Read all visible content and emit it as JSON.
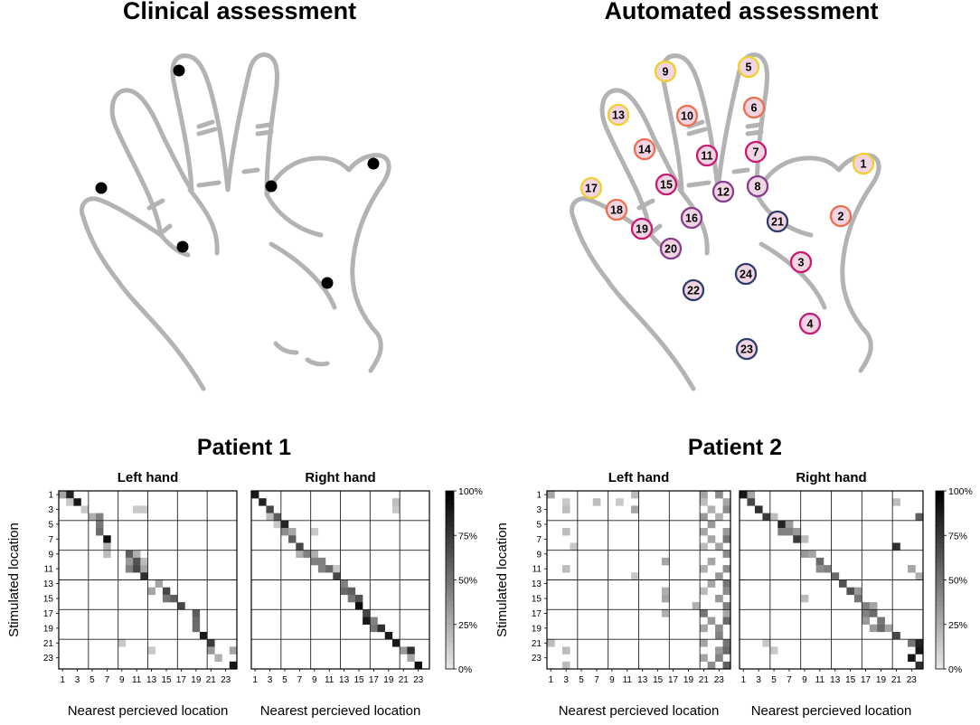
{
  "top": {
    "clinical_title": "Clinical assessment",
    "automated_title": "Automated assessment",
    "marker_labels": [
      "1",
      "2",
      "3",
      "4",
      "5",
      "6",
      "7",
      "8",
      "9",
      "10",
      "11",
      "12",
      "13",
      "14",
      "15",
      "16",
      "17",
      "18",
      "19",
      "20",
      "21",
      "22",
      "23",
      "24"
    ],
    "ring_colors": {
      "yellow": "#f2cf2e",
      "orange": "#ef6e4e",
      "magenta": "#c81a73",
      "purple": "#8a3d8e",
      "navy": "#2f3d6b"
    },
    "fill_color": "#f1d5e2",
    "hand_color": "#b3b3b3"
  },
  "patients": [
    {
      "title": "Patient 1"
    },
    {
      "title": "Patient 2"
    }
  ],
  "hands": {
    "left": "Left hand",
    "right": "Right hand"
  },
  "axes": {
    "ylabel": "Stimulated location",
    "xlabel": "Nearest percieved location",
    "ticks": [
      "1",
      "3",
      "5",
      "7",
      "9",
      "11",
      "13",
      "15",
      "17",
      "19",
      "21",
      "23"
    ]
  },
  "colorbar": {
    "labels": [
      "100%",
      "75%",
      "50%",
      "25%",
      "0%"
    ]
  },
  "chart_data": [
    {
      "type": "heatmap",
      "title": "Patient 1 — Left hand",
      "xlabel": "Nearest percieved location",
      "ylabel": "Stimulated location",
      "cells": [
        [
          1,
          1,
          0.3
        ],
        [
          1,
          2,
          0.85
        ],
        [
          2,
          2,
          0.15
        ],
        [
          2,
          3,
          0.9
        ],
        [
          3,
          4,
          0.15
        ],
        [
          4,
          5,
          0.25
        ],
        [
          4,
          6,
          0.45
        ],
        [
          5,
          6,
          0.5
        ],
        [
          6,
          6,
          0.55
        ],
        [
          7,
          7,
          0.95
        ],
        [
          8,
          7,
          0.25
        ],
        [
          9,
          10,
          0.6
        ],
        [
          9,
          11,
          0.25
        ],
        [
          10,
          10,
          0.35
        ],
        [
          10,
          11,
          0.65
        ],
        [
          10,
          12,
          0.2
        ],
        [
          11,
          10,
          0.45
        ],
        [
          11,
          11,
          0.7
        ],
        [
          11,
          12,
          0.3
        ],
        [
          12,
          12,
          0.8
        ],
        [
          13,
          14,
          0.3
        ],
        [
          14,
          13,
          0.3
        ],
        [
          14,
          15,
          0.7
        ],
        [
          15,
          15,
          0.5
        ],
        [
          15,
          16,
          0.6
        ],
        [
          16,
          17,
          0.7
        ],
        [
          17,
          19,
          0.6
        ],
        [
          18,
          19,
          0.55
        ],
        [
          19,
          19,
          0.55
        ],
        [
          20,
          20,
          0.9
        ],
        [
          21,
          21,
          0.75
        ],
        [
          22,
          21,
          0.35
        ],
        [
          22,
          24,
          0.3
        ],
        [
          23,
          22,
          0.25
        ],
        [
          24,
          24,
          0.9
        ],
        [
          3,
          12,
          0.15
        ],
        [
          3,
          11,
          0.15
        ],
        [
          9,
          7,
          0.2
        ],
        [
          21,
          9,
          0.15
        ],
        [
          22,
          13,
          0.15
        ]
      ]
    },
    {
      "type": "heatmap",
      "title": "Patient 1 — Right hand",
      "xlabel": "Nearest percieved location",
      "ylabel": "Stimulated location",
      "cells": [
        [
          1,
          1,
          0.9
        ],
        [
          2,
          2,
          0.85
        ],
        [
          3,
          3,
          0.7
        ],
        [
          4,
          3,
          0.2
        ],
        [
          4,
          4,
          0.6
        ],
        [
          5,
          4,
          0.15
        ],
        [
          5,
          5,
          0.85
        ],
        [
          6,
          5,
          0.4
        ],
        [
          6,
          6,
          0.3
        ],
        [
          7,
          6,
          0.6
        ],
        [
          8,
          7,
          0.7
        ],
        [
          9,
          7,
          0.25
        ],
        [
          9,
          8,
          0.45
        ],
        [
          9,
          9,
          0.25
        ],
        [
          10,
          9,
          0.45
        ],
        [
          10,
          10,
          0.45
        ],
        [
          11,
          10,
          0.45
        ],
        [
          11,
          11,
          0.55
        ],
        [
          11,
          12,
          0.15
        ],
        [
          12,
          12,
          0.7
        ],
        [
          13,
          13,
          0.45
        ],
        [
          14,
          13,
          0.55
        ],
        [
          14,
          14,
          0.6
        ],
        [
          15,
          14,
          0.5
        ],
        [
          15,
          15,
          0.65
        ],
        [
          16,
          15,
          0.95
        ],
        [
          17,
          16,
          0.7
        ],
        [
          18,
          16,
          0.9
        ],
        [
          18,
          17,
          0.45
        ],
        [
          19,
          17,
          0.5
        ],
        [
          19,
          18,
          0.8
        ],
        [
          20,
          19,
          0.9
        ],
        [
          21,
          20,
          0.9
        ],
        [
          22,
          21,
          0.35
        ],
        [
          22,
          22,
          0.8
        ],
        [
          23,
          22,
          0.3
        ],
        [
          24,
          23,
          0.95
        ],
        [
          6,
          9,
          0.15
        ],
        [
          2,
          20,
          0.2
        ],
        [
          3,
          20,
          0.15
        ]
      ]
    },
    {
      "type": "heatmap",
      "title": "Patient 2 — Left hand",
      "xlabel": "Nearest percieved location",
      "ylabel": "Stimulated location",
      "cells": [
        [
          1,
          1,
          0.3
        ],
        [
          1,
          12,
          0.2
        ],
        [
          1,
          21,
          0.3
        ],
        [
          1,
          23,
          0.4
        ],
        [
          2,
          3,
          0.15
        ],
        [
          2,
          7,
          0.2
        ],
        [
          2,
          10,
          0.15
        ],
        [
          2,
          21,
          0.2
        ],
        [
          2,
          24,
          0.3
        ],
        [
          3,
          3,
          0.2
        ],
        [
          3,
          12,
          0.3
        ],
        [
          3,
          22,
          0.25
        ],
        [
          3,
          24,
          0.4
        ],
        [
          4,
          21,
          0.35
        ],
        [
          4,
          23,
          0.25
        ],
        [
          5,
          22,
          0.35
        ],
        [
          6,
          3,
          0.2
        ],
        [
          6,
          21,
          0.3
        ],
        [
          6,
          24,
          0.35
        ],
        [
          7,
          22,
          0.3
        ],
        [
          7,
          24,
          0.5
        ],
        [
          8,
          4,
          0.15
        ],
        [
          8,
          21,
          0.2
        ],
        [
          8,
          23,
          0.3
        ],
        [
          9,
          24,
          0.4
        ],
        [
          10,
          16,
          0.3
        ],
        [
          10,
          22,
          0.3
        ],
        [
          11,
          3,
          0.2
        ],
        [
          11,
          21,
          0.25
        ],
        [
          11,
          24,
          0.4
        ],
        [
          12,
          12,
          0.15
        ],
        [
          12,
          23,
          0.35
        ],
        [
          13,
          22,
          0.3
        ],
        [
          13,
          24,
          0.5
        ],
        [
          14,
          16,
          0.25
        ],
        [
          14,
          21,
          0.2
        ],
        [
          14,
          24,
          0.4
        ],
        [
          15,
          16,
          0.3
        ],
        [
          15,
          23,
          0.35
        ],
        [
          16,
          20,
          0.25
        ],
        [
          16,
          24,
          0.45
        ],
        [
          17,
          16,
          0.25
        ],
        [
          17,
          21,
          0.5
        ],
        [
          17,
          24,
          0.3
        ],
        [
          18,
          22,
          0.35
        ],
        [
          18,
          24,
          0.55
        ],
        [
          19,
          21,
          0.3
        ],
        [
          19,
          23,
          0.4
        ],
        [
          20,
          23,
          0.45
        ],
        [
          21,
          1,
          0.2
        ],
        [
          21,
          21,
          0.3
        ],
        [
          21,
          24,
          0.5
        ],
        [
          22,
          3,
          0.2
        ],
        [
          22,
          23,
          0.35
        ],
        [
          22,
          24,
          0.55
        ],
        [
          23,
          21,
          0.3
        ],
        [
          23,
          23,
          0.45
        ],
        [
          24,
          3,
          0.2
        ],
        [
          24,
          22,
          0.4
        ],
        [
          24,
          24,
          0.6
        ]
      ]
    },
    {
      "type": "heatmap",
      "title": "Patient 2 — Right hand",
      "xlabel": "Nearest percieved location",
      "ylabel": "Stimulated location",
      "cells": [
        [
          1,
          1,
          0.9
        ],
        [
          1,
          2,
          0.3
        ],
        [
          2,
          2,
          0.7
        ],
        [
          3,
          3,
          0.8
        ],
        [
          4,
          4,
          0.75
        ],
        [
          4,
          5,
          0.2
        ],
        [
          5,
          6,
          0.85
        ],
        [
          5,
          7,
          0.35
        ],
        [
          6,
          6,
          0.45
        ],
        [
          6,
          7,
          0.45
        ],
        [
          6,
          8,
          0.35
        ],
        [
          7,
          8,
          0.75
        ],
        [
          7,
          9,
          0.2
        ],
        [
          8,
          21,
          0.8
        ],
        [
          9,
          9,
          0.35
        ],
        [
          9,
          10,
          0.3
        ],
        [
          10,
          11,
          0.55
        ],
        [
          11,
          11,
          0.4
        ],
        [
          11,
          12,
          0.45
        ],
        [
          11,
          23,
          0.3
        ],
        [
          12,
          13,
          0.55
        ],
        [
          12,
          24,
          0.25
        ],
        [
          13,
          14,
          0.65
        ],
        [
          14,
          15,
          0.65
        ],
        [
          14,
          16,
          0.35
        ],
        [
          15,
          9,
          0.2
        ],
        [
          15,
          16,
          0.5
        ],
        [
          16,
          17,
          0.45
        ],
        [
          16,
          18,
          0.3
        ],
        [
          17,
          17,
          0.45
        ],
        [
          17,
          18,
          0.55
        ],
        [
          18,
          17,
          0.35
        ],
        [
          18,
          19,
          0.5
        ],
        [
          19,
          18,
          0.35
        ],
        [
          19,
          19,
          0.55
        ],
        [
          19,
          20,
          0.3
        ],
        [
          20,
          21,
          0.7
        ],
        [
          21,
          23,
          0.5
        ],
        [
          21,
          24,
          0.85
        ],
        [
          22,
          24,
          0.9
        ],
        [
          23,
          23,
          0.9
        ],
        [
          24,
          24,
          0.8
        ],
        [
          4,
          24,
          0.6
        ],
        [
          2,
          21,
          0.2
        ],
        [
          21,
          4,
          0.15
        ],
        [
          22,
          5,
          0.15
        ]
      ]
    }
  ]
}
